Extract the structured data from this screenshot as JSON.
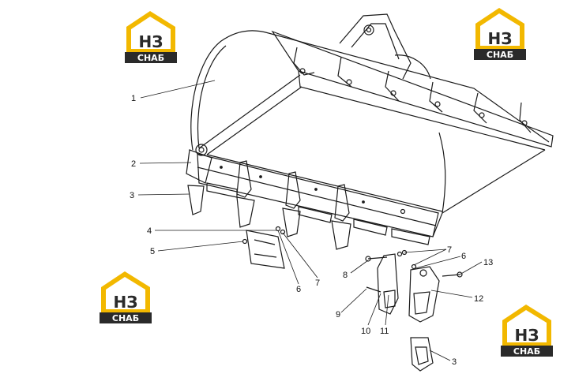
{
  "logo": {
    "mark": "НЗ",
    "word": "СНАБ",
    "colors": {
      "house": "#f2b800",
      "dark": "#2a2a2a",
      "light": "#ffffff"
    }
  },
  "callouts": [
    {
      "id": "c1",
      "label": "1"
    },
    {
      "id": "c2",
      "label": "2"
    },
    {
      "id": "c3a",
      "label": "3"
    },
    {
      "id": "c4",
      "label": "4"
    },
    {
      "id": "c5",
      "label": "5"
    },
    {
      "id": "c6a",
      "label": "6"
    },
    {
      "id": "c7a",
      "label": "7"
    },
    {
      "id": "c7b",
      "label": "7"
    },
    {
      "id": "c6b",
      "label": "6"
    },
    {
      "id": "c8",
      "label": "8"
    },
    {
      "id": "c13",
      "label": "13"
    },
    {
      "id": "c12",
      "label": "12"
    },
    {
      "id": "c9",
      "label": "9"
    },
    {
      "id": "c10",
      "label": "10"
    },
    {
      "id": "c11",
      "label": "11"
    },
    {
      "id": "c3b",
      "label": "3"
    }
  ]
}
